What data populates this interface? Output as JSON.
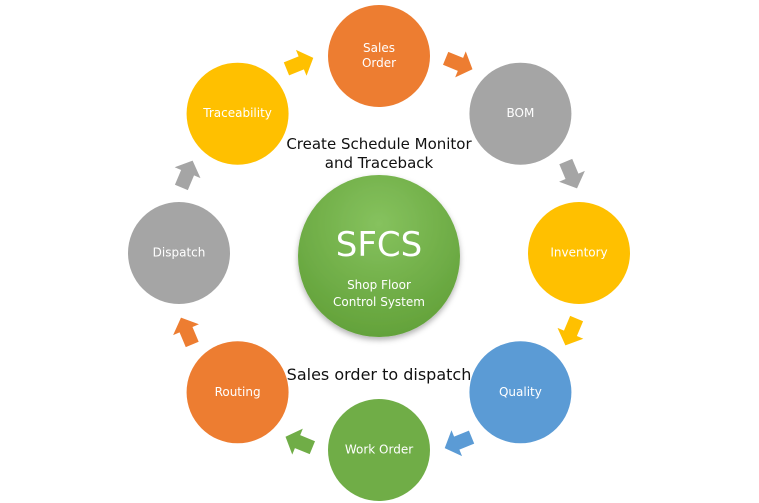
{
  "center": {
    "title": "SFCS",
    "subtitle_line1": "Shop Floor",
    "subtitle_line2": "Control System",
    "color": "#70AD47"
  },
  "captions": {
    "top_line1": "Create Schedule Monitor",
    "top_line2": "and Traceback",
    "bottom": "Sales order to dispatch"
  },
  "nodes": [
    {
      "id": "sales-order",
      "lines": [
        "Sales",
        "Order"
      ],
      "color": "#ED7D31"
    },
    {
      "id": "bom",
      "lines": [
        "BOM"
      ],
      "color": "#A5A5A5"
    },
    {
      "id": "inventory",
      "lines": [
        "Inventory"
      ],
      "color": "#FFC000"
    },
    {
      "id": "quality",
      "lines": [
        "Quality"
      ],
      "color": "#5B9BD5"
    },
    {
      "id": "work-order",
      "lines": [
        "Work Order"
      ],
      "color": "#70AD47"
    },
    {
      "id": "routing",
      "lines": [
        "Routing"
      ],
      "color": "#ED7D31"
    },
    {
      "id": "dispatch",
      "lines": [
        "Dispatch"
      ],
      "color": "#A5A5A5"
    },
    {
      "id": "traceability",
      "lines": [
        "Traceability"
      ],
      "color": "#FFC000"
    }
  ],
  "arrows": [
    {
      "from": "sales-order",
      "to": "bom",
      "color": "#ED7D31"
    },
    {
      "from": "bom",
      "to": "inventory",
      "color": "#A5A5A5"
    },
    {
      "from": "inventory",
      "to": "quality",
      "color": "#FFC000"
    },
    {
      "from": "quality",
      "to": "work-order",
      "color": "#5B9BD5"
    },
    {
      "from": "work-order",
      "to": "routing",
      "color": "#70AD47"
    },
    {
      "from": "routing",
      "to": "dispatch",
      "color": "#ED7D31"
    },
    {
      "from": "dispatch",
      "to": "traceability",
      "color": "#A5A5A5"
    },
    {
      "from": "traceability",
      "to": "sales-order",
      "color": "#FFC000"
    }
  ]
}
